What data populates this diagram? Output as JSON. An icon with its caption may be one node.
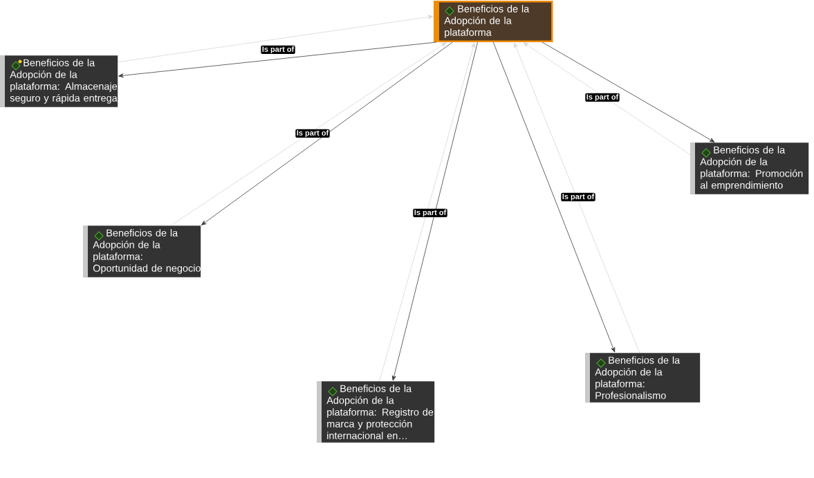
{
  "diagram": {
    "nodes": [
      {
        "text": [
          "Beneficios de la Adopción de la plataforma"
        ]
      },
      {
        "text": [
          "Beneficios de la Adopción de la plataforma: Almacenaje seguro y rápida entrega"
        ]
      },
      {
        "text": [
          "Beneficios de la Adopción de la plataforma: Promoción al emprendimiento"
        ]
      },
      {
        "text": [
          "Beneficios de la Adopción de la plataforma: Oportunidad de negocio"
        ]
      },
      {
        "text": [
          "Beneficios de la Adopción de la plataforma: Profesionalismo"
        ]
      },
      {
        "text": [
          "Beneficios de la Adopción de la plataforma: Registro de marca y protección internacional en…"
        ]
      }
    ],
    "edges": [
      {
        "from": 0,
        "to": 1,
        "arrow": "to"
      },
      {
        "from": 1,
        "to": 0,
        "arrow": "to",
        "label": "Is part of",
        "color": "#d6d6d6"
      },
      {
        "from": 0,
        "to": 2,
        "arrow": "to"
      },
      {
        "from": 2,
        "to": 0,
        "arrow": "to",
        "label": "Is part of",
        "color": "#d6d6d6"
      },
      {
        "from": 0,
        "to": 3,
        "arrow": "to"
      },
      {
        "from": 3,
        "to": 0,
        "arrow": "to",
        "label": "Is part of",
        "color": "#d6d6d6"
      },
      {
        "from": 0,
        "to": 4,
        "arrow": "to"
      },
      {
        "from": 4,
        "to": 0,
        "arrow": "to",
        "label": "Is part of",
        "color": "#d6d6d6"
      },
      {
        "from": 0,
        "to": 5,
        "arrow": "to"
      },
      {
        "from": 5,
        "to": 0,
        "arrow": "to",
        "label": "Is part of",
        "color": "#d6d6d6"
      }
    ]
  }
}
